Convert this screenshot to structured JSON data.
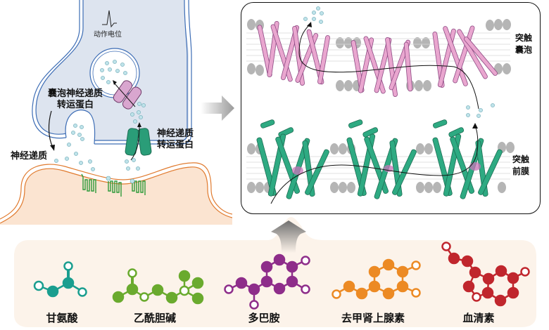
{
  "synapse_panel": {
    "action_potential_label": "动作电位",
    "vesicular_transporter_label_line1": "囊泡神经递质",
    "vesicular_transporter_label_line2": "转运蛋白",
    "neurotransmitter_transporter_label_line1": "神经递质",
    "neurotransmitter_transporter_label_line2": "转运蛋白",
    "neurotransmitter_label": "神经递质"
  },
  "structure_panel": {
    "vesicle_membrane_label_line1": "突触",
    "vesicle_membrane_label_line2": "囊泡",
    "presynaptic_membrane_label_line1": "突触",
    "presynaptic_membrane_label_line2": "前膜"
  },
  "molecules": [
    {
      "name": "甘氨酸",
      "color": "#1a9e8f"
    },
    {
      "name": "乙酰胆碱",
      "color": "#6aaa2e"
    },
    {
      "name": "多巴胺",
      "color": "#8e2d8a"
    },
    {
      "name": "去甲肾上腺素",
      "color": "#ec8a24"
    },
    {
      "name": "血清素",
      "color": "#c0262d"
    }
  ],
  "colors": {
    "presynaptic_fill": "#dde4ef",
    "membrane_blue": "#3d6db5",
    "postsynaptic_fill": "#fbe4d1",
    "postsynaptic_membrane": "#e07a2e",
    "vesicular_transporter": "#d9a6cf",
    "plasma_transporter": "#2a9d78",
    "receptor": "#2e9a3a",
    "neurotransmitter_dot": "#bfe3ea",
    "molecule_panel_bg": "#fcf3ea"
  }
}
